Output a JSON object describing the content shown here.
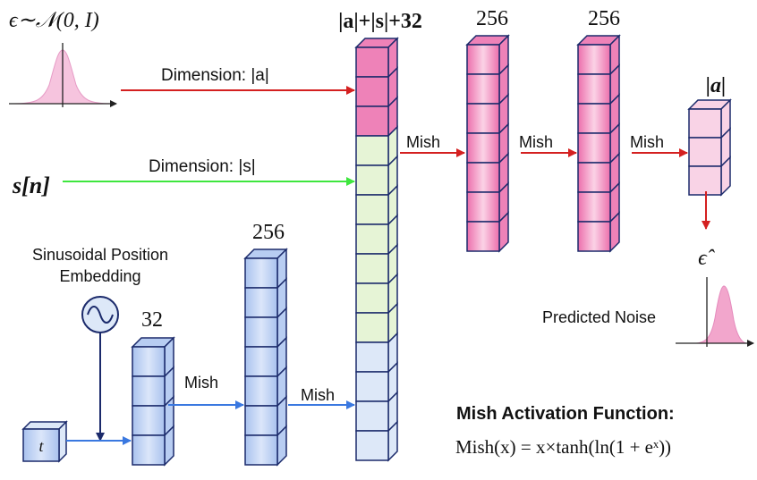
{
  "labels": {
    "noise_formula": "ϵ∼𝒩(0, I)",
    "dim_a": "Dimension: |a|",
    "dim_s": "Dimension: |s|",
    "state": "s[n]",
    "pos_emb_line1": "Sinusoidal Position",
    "pos_emb_line2": "Embedding",
    "t": "t",
    "size_32": "32",
    "size_256_small": "256",
    "concat_size": "|a|+|s|+32",
    "size_256_a": "256",
    "size_256_b": "256",
    "out_size": "|a|",
    "eps_hat": "ϵ̂",
    "predicted_noise": "Predicted Noise",
    "mish_title": "Mish Activation Function:",
    "mish_formula": "Mish(x) = x×tanh(ln(1 + eˣ))"
  },
  "edges": {
    "mish_1": "Mish",
    "mish_2": "Mish",
    "mish_3": "Mish",
    "mish_4": "Mish",
    "mish_5": "Mish"
  },
  "colors": {
    "blue_block": "#b8cdf2",
    "pink_block": "#ee82b8",
    "green_block": "#e6f4d6",
    "light_blue_block": "#dde8f8",
    "light_pink_block": "#f9d3e6",
    "red_arrow": "#d42020",
    "green_arrow": "#3ee63e",
    "blue_arrow": "#3a78e0",
    "gaussian_fill": "#f6c4de"
  }
}
